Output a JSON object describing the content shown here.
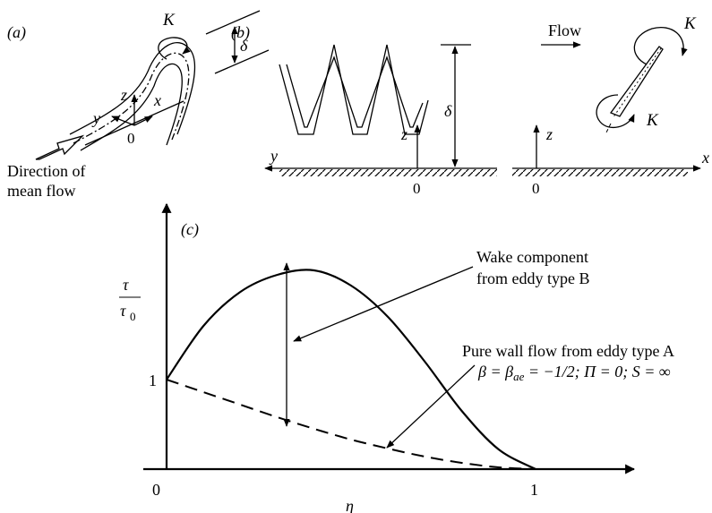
{
  "panel_a": {
    "label": "(a)",
    "k": "K",
    "delta": "δ",
    "z": "z",
    "y": "y",
    "x": "x",
    "origin": "0",
    "direction_line1": "Direction of",
    "direction_line2": "mean flow"
  },
  "panel_b": {
    "label": "(b)",
    "delta": "δ",
    "z_left": "z",
    "y_axis": "y",
    "origin_left": "0",
    "flow": "Flow",
    "k_top": "K",
    "k_bottom": "K",
    "z_right": "z",
    "x_axis": "x",
    "origin_right": "0"
  },
  "panel_c": {
    "label": "(c)",
    "tau": "τ",
    "tau0": "τ",
    "tau0_sub": "0",
    "one_y": "1",
    "zero": "0",
    "one_x": "1",
    "eta": "η",
    "wake_line1": "Wake component",
    "wake_line2": "from eddy type B",
    "pure_line1": "Pure wall flow from eddy type A",
    "pure_line2": "β = β",
    "pure_sub": "ae",
    "pure_rest": " = −1/2; Π = 0; S = ∞"
  },
  "chart_data": {
    "type": "line",
    "xlabel": "η",
    "ylabel": "τ/τ0",
    "x_ticks": [
      "0",
      "1"
    ],
    "y_ticks": [
      "1"
    ],
    "series": [
      {
        "style": "solid",
        "x": [
          0,
          0.1,
          0.2,
          0.3,
          0.4,
          0.5,
          0.6,
          0.7,
          0.8,
          0.9,
          1.0
        ],
        "y": [
          1.0,
          1.6,
          1.98,
          2.17,
          2.22,
          2.05,
          1.7,
          1.2,
          0.65,
          0.22,
          0.0
        ]
      },
      {
        "style": "dashed",
        "x": [
          0,
          0.1,
          0.2,
          0.3,
          0.4,
          0.5,
          0.6,
          0.7,
          0.8,
          0.9,
          1.0
        ],
        "y": [
          1.0,
          0.86,
          0.72,
          0.58,
          0.45,
          0.33,
          0.23,
          0.14,
          0.07,
          0.02,
          0.0
        ]
      }
    ],
    "annotations": [
      "Wake component from eddy type B",
      "Pure wall flow from eddy type A"
    ]
  }
}
